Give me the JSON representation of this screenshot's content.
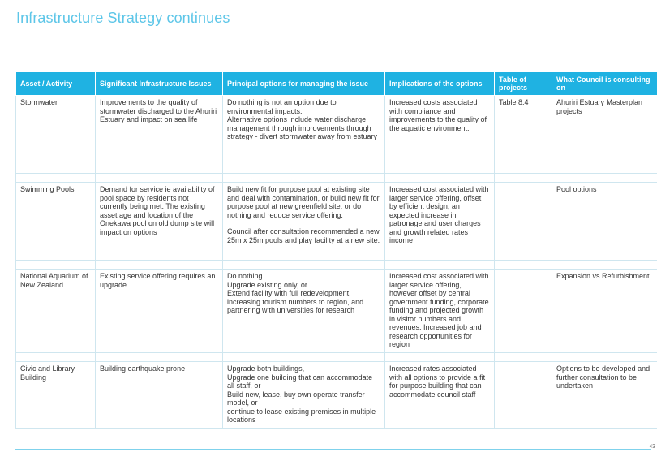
{
  "title": "Infrastructure Strategy continues",
  "headers": [
    "Asset / Activity",
    "Significant Infrastructure Issues",
    "Principal options for managing the issue",
    "Implications of the options",
    "Table of projects",
    "What Council is consulting on"
  ],
  "rows": [
    {
      "asset": "Stormwater",
      "issues": "Improvements to the  quality  of stormwater discharged to the Ahuriri Estuary and impact on sea life",
      "options": [
        "Do nothing is not an option due to environmental impacts.",
        "Alternative options include water discharge management through improvements through strategy - divert stormwater away from estuary"
      ],
      "implications": "Increased costs associated with compliance and improvements to the quality of the aquatic environment.",
      "projects": "Table 8.4",
      "consulting": "Ahuriri Estuary Masterplan projects"
    },
    {
      "asset": "Swimming Pools",
      "issues": "Demand for service ie availability of pool space by residents not currently being met.  The existing asset age and location of the Onekawa pool on old dump site will impact on options",
      "options": [
        "Build new fit for purpose pool at existing site and deal with contamination, or build new fit for purpose pool at new greenfield site, or do nothing and reduce service offering.",
        "Council after consultation recommended a new 25m x 25m pools and play facility at a new site."
      ],
      "implications": "Increased cost associated with larger service offering, offset by efficient design, an expected increase in patronage and user charges and growth related rates income",
      "projects": "",
      "consulting": "Pool options"
    },
    {
      "asset": "National Aquarium of New Zealand",
      "issues": "Existing service offering requires an upgrade",
      "options": [
        "Do nothing",
        "Upgrade existing only, or",
        "Extend facility with full redevelopment, increasing tourism numbers to region, and partnering with universities for research"
      ],
      "implications": "Increased cost associated with larger service offering, however offset by central government funding, corporate funding and projected growth in visitor numbers and revenues. Increased job and research opportunities for region",
      "projects": "",
      "consulting": "Expansion vs Refurbishment"
    },
    {
      "asset": "Civic and Library Building",
      "issues": "Building earthquake prone",
      "options": [
        "Upgrade both buildings,",
        "Upgrade one building that can accommodate all staff,  or",
        "Build new, lease, buy own operate transfer model, or",
        "continue to lease existing premises in multiple locations"
      ],
      "implications": "Increased rates associated with all options to provide a fit for purpose building that can accommodate council staff",
      "projects": "",
      "consulting": "Options to be developed and further consultation to be undertaken"
    }
  ],
  "page_number": "43",
  "colors": {
    "header_bg": "#1fb2e2",
    "title": "#5dc6e8",
    "border": "#cfe6ef"
  }
}
